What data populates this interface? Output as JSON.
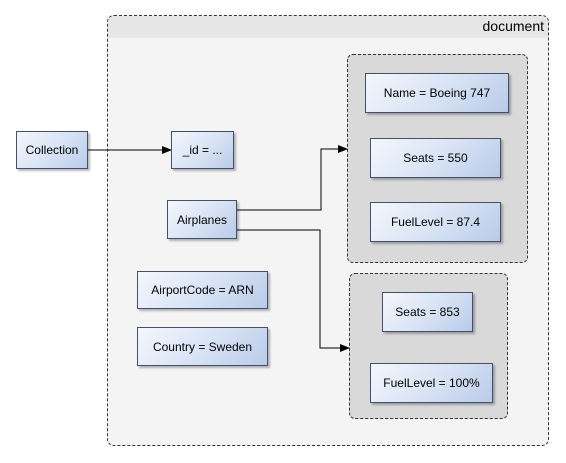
{
  "document": {
    "title": "document"
  },
  "nodes": {
    "collection": "Collection",
    "id": "_id = ...",
    "airplanes": "Airplanes",
    "airport_code": "AirportCode = ARN",
    "country": "Country = Sweden"
  },
  "airplane_1": {
    "name": "Name = Boeing 747",
    "seats": "Seats = 550",
    "fuel_level": "FuelLevel = 87.4"
  },
  "airplane_2": {
    "seats": "Seats = 853",
    "fuel_level": "FuelLevel = 100%"
  }
}
